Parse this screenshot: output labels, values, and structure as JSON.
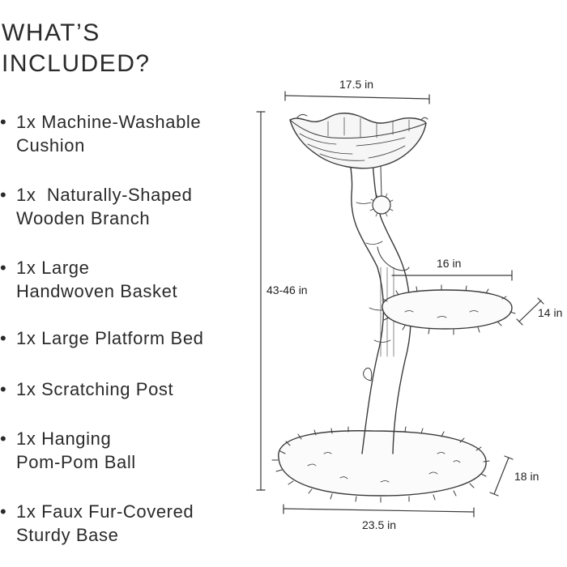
{
  "title": {
    "line1": "WHAT’S",
    "line2": "INCLUDED?"
  },
  "bullet": "•",
  "items": [
    {
      "lines": [
        "1x Machine-Washable",
        "Cushion"
      ]
    },
    {
      "lines": [
        "1x  Naturally-Shaped",
        "Wooden Branch"
      ]
    },
    {
      "lines": [
        "1x Large",
        "Handwoven Basket"
      ]
    },
    {
      "lines": [
        "1x Large Platform Bed"
      ]
    },
    {
      "lines": [
        "1x Scratching Post"
      ]
    },
    {
      "lines": [
        "1x Hanging",
        "Pom-Pom Ball"
      ]
    },
    {
      "lines": [
        "1x Faux Fur-Covered",
        "Sturdy Base"
      ]
    }
  ],
  "dimensions": {
    "basket_width": "17.5 in",
    "height": "43-46 in",
    "platform_width": "16 in",
    "platform_depth": "14 in",
    "base_depth": "18 in",
    "base_width": "23.5 in"
  }
}
